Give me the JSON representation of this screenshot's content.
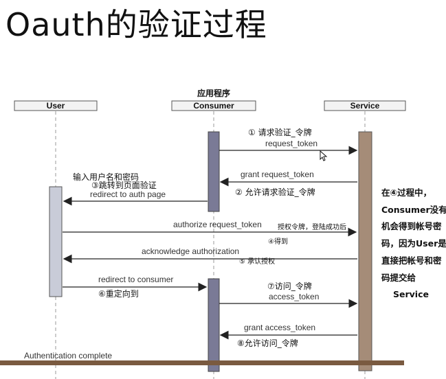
{
  "title": "Oauth的验证过程",
  "participants": {
    "consumer_caption": "应用程序",
    "user": "User",
    "consumer": "Consumer",
    "service": "Service"
  },
  "messages": {
    "m1_cn": "① 请求验证_令牌",
    "m1_en": "request_token",
    "m2_en": "grant request_token",
    "m2_cn": "② 允许请求验证_令牌",
    "m3_cn_a": "输入用户名和密码",
    "m3_cn_b": "③跳转到页面验证",
    "m3_en": "redirect to auth page",
    "m4_en": "authorize request_token",
    "m4_cn_a": "授权令牌，登陆成功后",
    "m4_cn_b": "④得到",
    "m5_en": "acknowledge authorization",
    "m5_cn": "⑤ 承认授权",
    "m6_en": "redirect to consumer",
    "m6_cn": "⑥重定向到",
    "m7_cn": "⑦访问_令牌",
    "m7_en": "access_token",
    "m8_en": "grant access_token",
    "m8_cn": "⑧允许访问_令牌",
    "complete": "Authentication complete"
  },
  "side_note": {
    "l1": "在④过程中，",
    "l2": "Consumer没有",
    "l3": "机会得到帐号密",
    "l4": "码，因为User是",
    "l5": "直接把帐号和密",
    "l6": "码提交给",
    "l7": "Service"
  },
  "colors": {
    "consumer_bar": "#7a7a96",
    "user_bar": "#c9ccd8",
    "service_bar": "#a58c78",
    "complete_bar": "#7a5a40"
  }
}
